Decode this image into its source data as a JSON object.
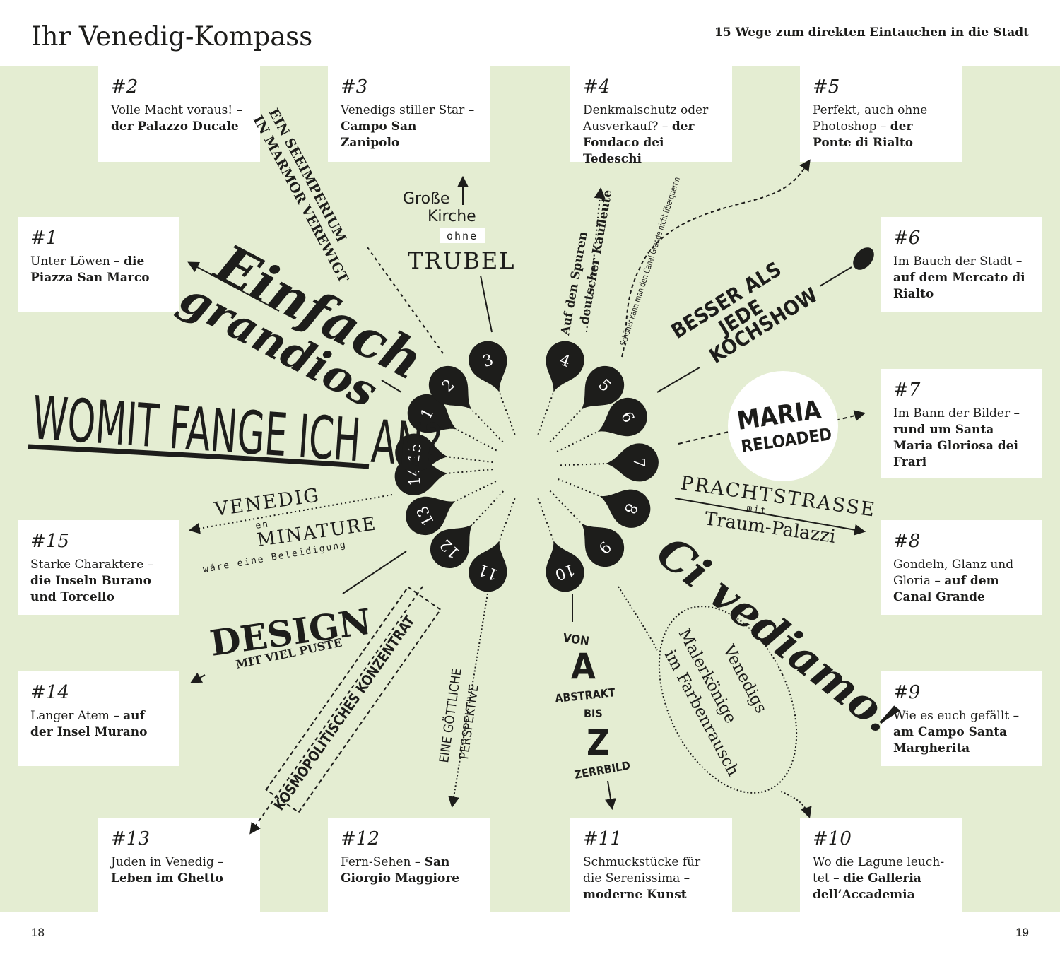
{
  "header": {
    "title": "Ihr Venedig-Kompass",
    "subtitle": "15 Wege zum direkten Eintauchen in die Stadt"
  },
  "footer": {
    "page_left": "18",
    "page_right": "19"
  },
  "cards": [
    {
      "id": 1,
      "number": "#1",
      "text": "Unter Löwen – ",
      "bold": "die Piazza San Marco"
    },
    {
      "id": 2,
      "number": "#2",
      "text": "Volle Macht voraus! – ",
      "bold": "der Palazzo Ducale"
    },
    {
      "id": 3,
      "number": "#3",
      "text": "Venedigs stiller Star – ",
      "bold": "Campo San Zanipolo"
    },
    {
      "id": 4,
      "number": "#4",
      "text": "Denkmalschutz oder Ausverkauf? – ",
      "bold": "der Fondaco dei Tedeschi"
    },
    {
      "id": 5,
      "number": "#5",
      "text": "Perfekt, auch ohne Photoshop – ",
      "bold": "der Ponte di Rialto"
    },
    {
      "id": 6,
      "number": "#6",
      "text": "Im Bauch der Stadt – ",
      "bold": "auf dem Mercato di Rialto"
    },
    {
      "id": 7,
      "number": "#7",
      "text": "Im Bann der Bilder – ",
      "bold": "rund um Santa Maria Gloriosa dei Frari"
    },
    {
      "id": 8,
      "number": "#8",
      "text": "Gondeln, Glanz und Gloria – ",
      "bold": "auf dem Canal Grande"
    },
    {
      "id": 9,
      "number": "#9",
      "text": "Wie es euch gefällt – ",
      "bold": "am Campo Santa Margherita"
    },
    {
      "id": 10,
      "number": "#10",
      "text": "Wo die Lagune leuch-tet – ",
      "bold": "die Galleria dell’Accademia"
    },
    {
      "id": 11,
      "number": "#11",
      "text": "Schmuckstücke für die Serenissima – ",
      "bold": "moderne Kunst"
    },
    {
      "id": 12,
      "number": "#12",
      "text": "Fern-Sehen – ",
      "bold": "San Giorgio Maggiore"
    },
    {
      "id": 13,
      "number": "#13",
      "text": "Juden in Venedig – ",
      "bold": "Leben im Ghetto"
    },
    {
      "id": 14,
      "number": "#14",
      "text": "Langer Atem – ",
      "bold": "auf der Insel Murano"
    },
    {
      "id": 15,
      "number": "#15",
      "text": "Starke Charaktere – ",
      "bold": "die Inseln Burano und Torcello"
    }
  ],
  "compass": {
    "pins": [
      "1",
      "2",
      "3",
      "4",
      "5",
      "6",
      "7",
      "8",
      "9",
      "10",
      "11",
      "12",
      "13",
      "14",
      "15"
    ],
    "headline": "WOMIT FANGE ICH AN?",
    "einfach": "Einfach",
    "grandios": "grandios",
    "seeimperium_1": "EIN SEEIMPERIUM",
    "seeimperium_2": "IN MARMOR VEREWIGT",
    "grosse": "Große",
    "kirche": "Kirche",
    "ohne": "ohne",
    "trubel": "TRUBEL",
    "spuren_1": "Auf den Spuren",
    "spuren_2": "deutscher Kaufleute",
    "canal": "Schöner kann man den Canal Grande nicht überqueren",
    "besser_1": "BESSER ALS",
    "besser_2": "JEDE",
    "besser_3": "KOCHSHOW",
    "maria_1": "MARIA",
    "maria_2": "RELOADED",
    "pracht": "PRACHTSTRASSE",
    "mit": "mit",
    "traum": "Traum-Palazzi",
    "civediamo": "Ci vediamo!",
    "maler_1": "Venedigs",
    "maler_2": "Malerkönige",
    "maler_3": "im Farbenrausch",
    "von": "VON",
    "a": "A",
    "abstrakt": "ABSTRAKT",
    "bis": "BIS",
    "z": "Z",
    "zerrbild": "ZERRBILD",
    "goettlich_1": "EINE GÖTTLICHE",
    "goettlich_2": "PERSPEKTIVE",
    "kosmo": "KOSMOPOLITISCHES KONZENTRAT",
    "design": "DESIGN",
    "puste": "MIT VIEL PUSTE",
    "venedig": "VENEDIG",
    "en": "en",
    "minature": "MINATURE",
    "beleidigung": "wäre eine Beleidigung"
  }
}
